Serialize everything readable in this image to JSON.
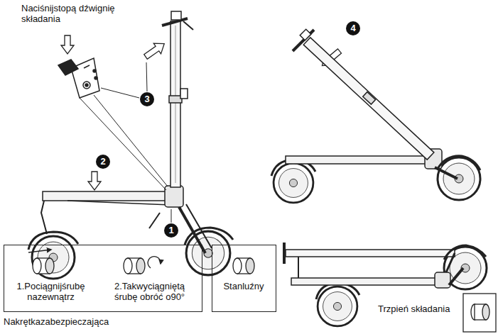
{
  "diagram": {
    "nodes": [
      {
        "text": [
          "1.Pociągnijśrubę nazewnątrz",
          "2.Takwyciągniętą śrubę obróć o90°"
        ]
      },
      {
        "text": [
          "Stanluźny"
        ]
      }
    ],
    "labels": [
      "Naciśnijstopą dźwignię składania",
      "1",
      "2",
      "3",
      "4",
      "Nakrętkazabezpieczająca",
      "Trzpień składania"
    ]
  }
}
